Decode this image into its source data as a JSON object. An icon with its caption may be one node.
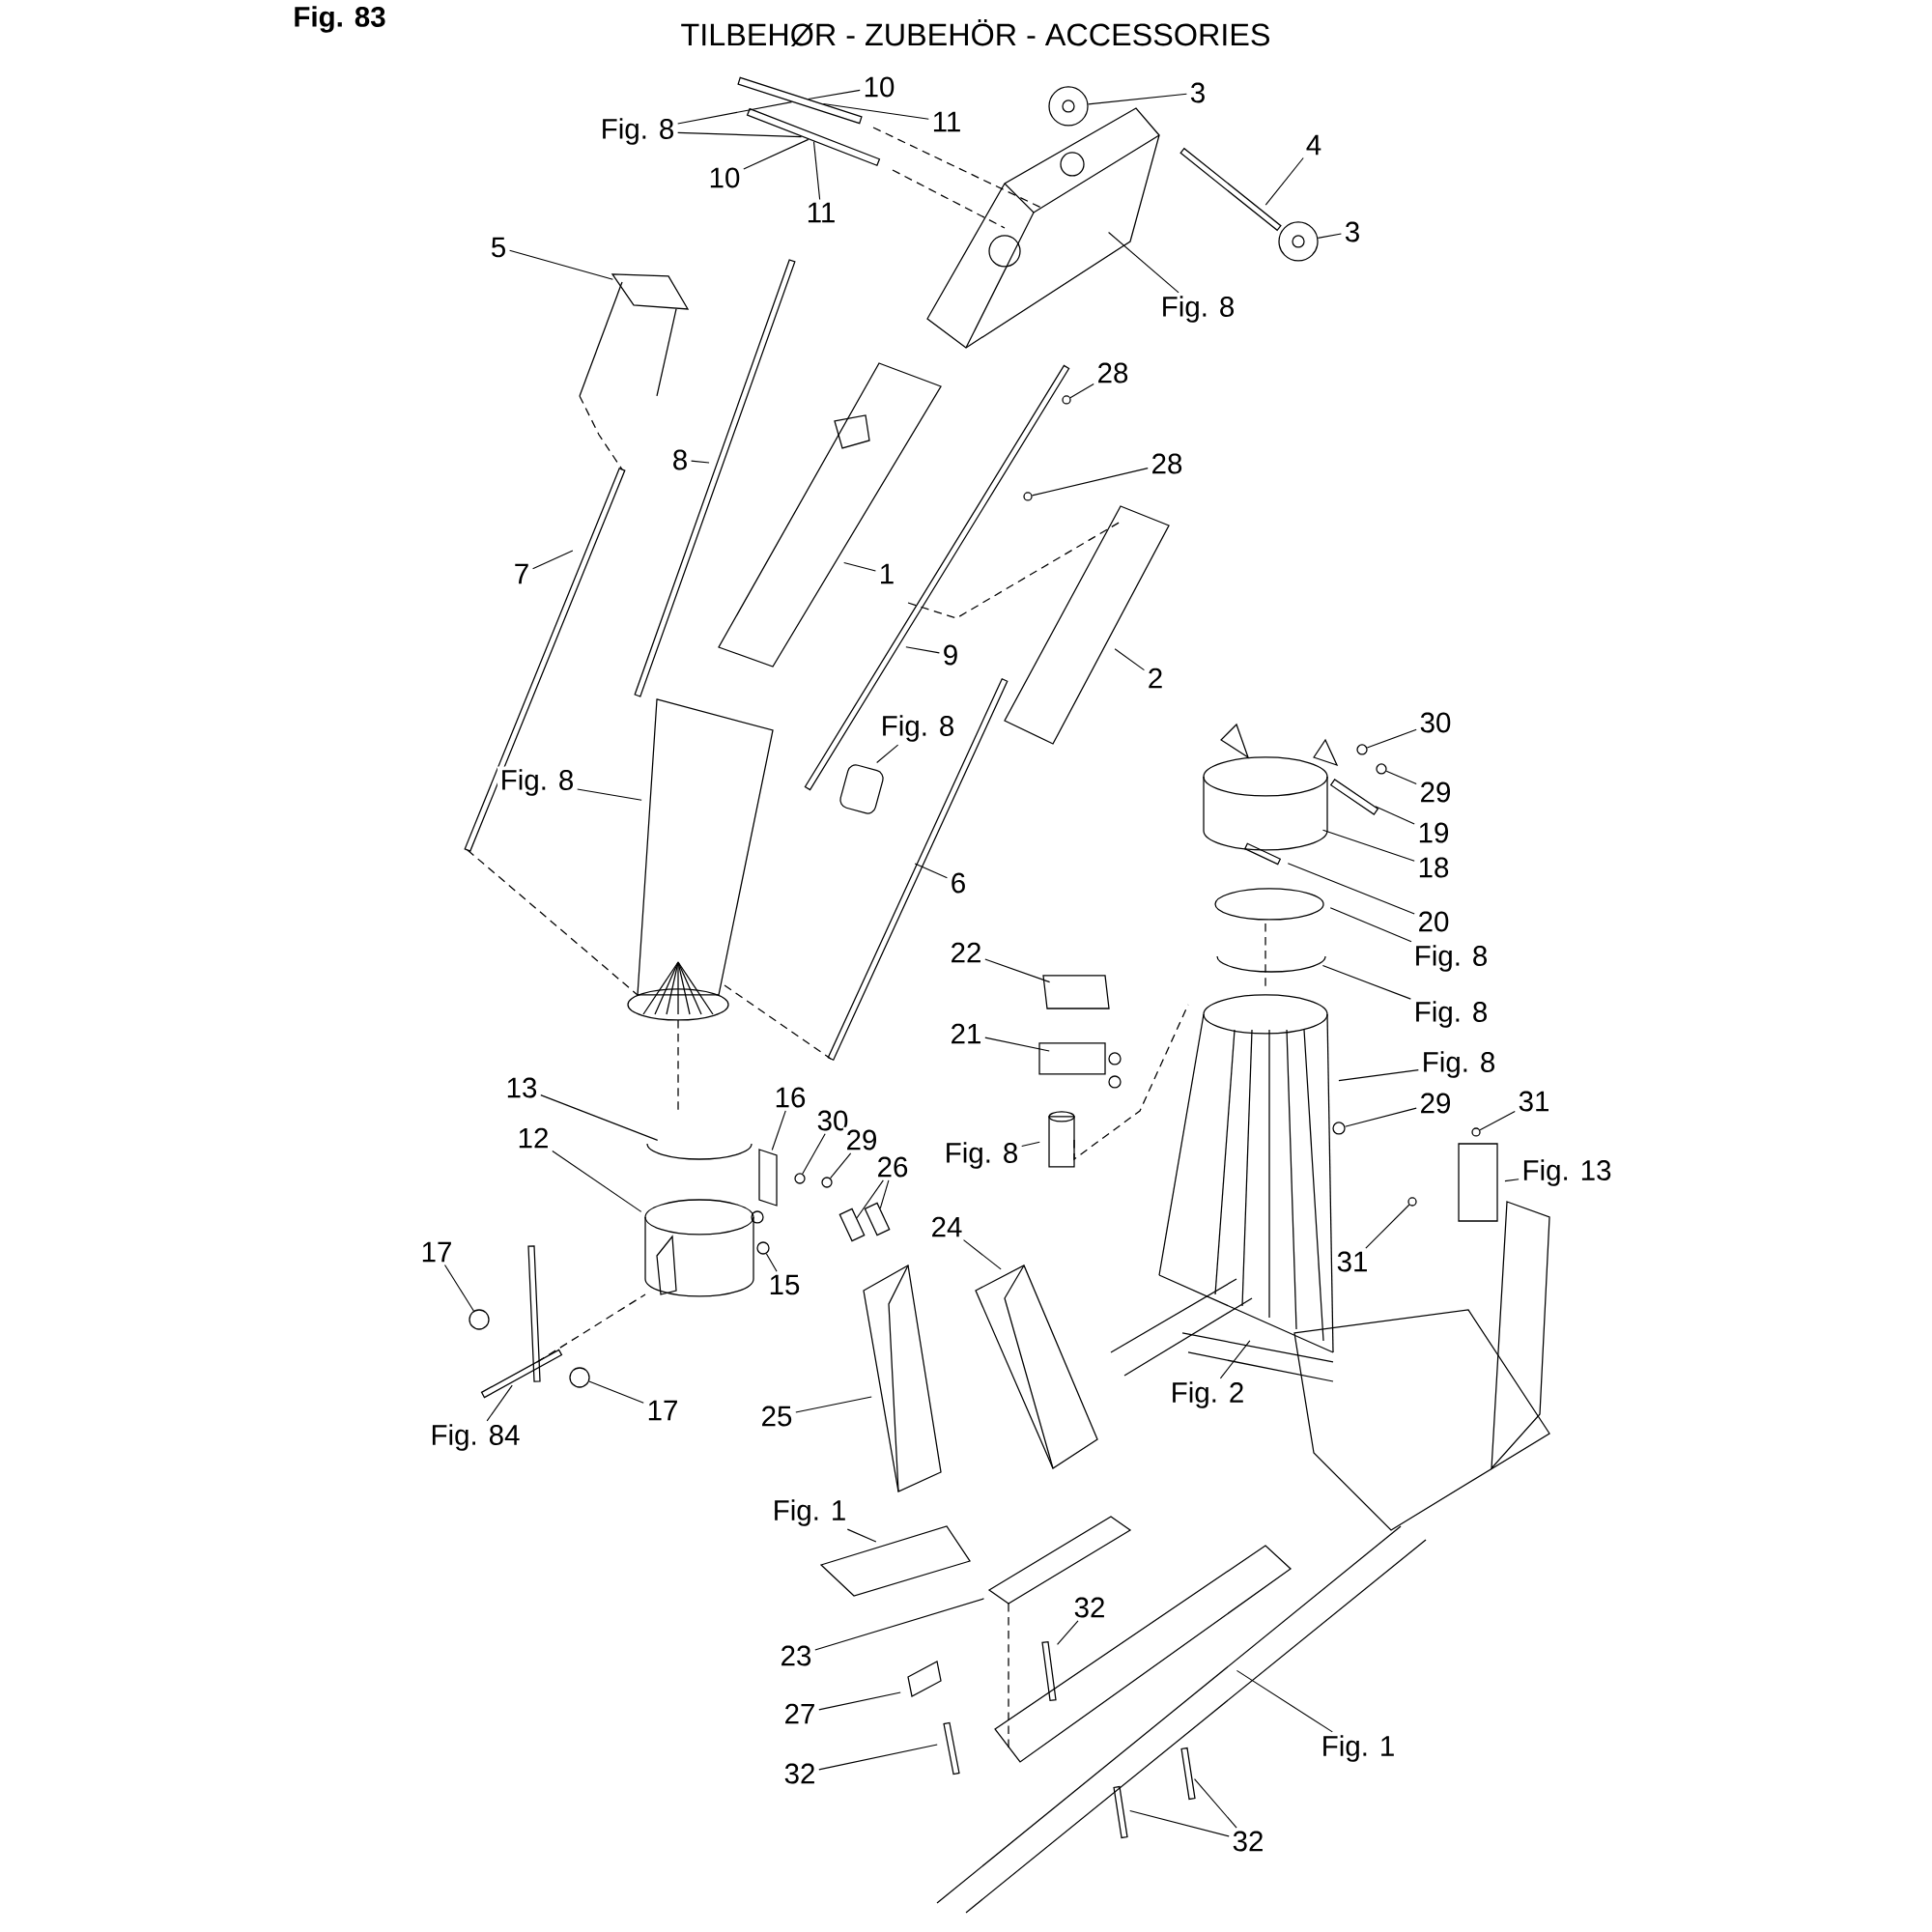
{
  "diagram": {
    "title": "TILBEHØR - ZUBEHÖR - ACCESSORIES",
    "labels": [
      "Fig. 83"
    ],
    "nodes": [
      {
        "text": [
          "Fig. 8"
        ]
      },
      {
        "text": [
          "10"
        ]
      },
      {
        "text": [
          "10"
        ]
      },
      {
        "text": [
          "11"
        ]
      },
      {
        "text": [
          "11"
        ]
      },
      {
        "text": [
          "3"
        ]
      },
      {
        "text": [
          "4"
        ]
      },
      {
        "text": [
          "3"
        ]
      },
      {
        "text": [
          "Fig. 8"
        ]
      },
      {
        "text": [
          "5"
        ]
      },
      {
        "text": [
          "28"
        ]
      },
      {
        "text": [
          "28"
        ]
      },
      {
        "text": [
          "8"
        ]
      },
      {
        "text": [
          "7"
        ]
      },
      {
        "text": [
          "1"
        ]
      },
      {
        "text": [
          "9"
        ]
      },
      {
        "text": [
          "2"
        ]
      },
      {
        "text": [
          "Fig. 8"
        ]
      },
      {
        "text": [
          "Fig. 8"
        ]
      },
      {
        "text": [
          "6"
        ]
      },
      {
        "text": [
          "30"
        ]
      },
      {
        "text": [
          "29"
        ]
      },
      {
        "text": [
          "19"
        ]
      },
      {
        "text": [
          "18"
        ]
      },
      {
        "text": [
          "20"
        ]
      },
      {
        "text": [
          "Fig. 8"
        ]
      },
      {
        "text": [
          "Fig. 8"
        ]
      },
      {
        "text": [
          "22"
        ]
      },
      {
        "text": [
          "21"
        ]
      },
      {
        "text": [
          "Fig. 8"
        ]
      },
      {
        "text": [
          "29"
        ]
      },
      {
        "text": [
          "Fig. 8"
        ]
      },
      {
        "text": [
          "31"
        ]
      },
      {
        "text": [
          "Fig. 13"
        ]
      },
      {
        "text": [
          "31"
        ]
      },
      {
        "text": [
          "13"
        ]
      },
      {
        "text": [
          "16"
        ]
      },
      {
        "text": [
          "30"
        ]
      },
      {
        "text": [
          "29"
        ]
      },
      {
        "text": [
          "26"
        ]
      },
      {
        "text": [
          "12"
        ]
      },
      {
        "text": [
          "15"
        ]
      },
      {
        "text": [
          "17"
        ]
      },
      {
        "text": [
          "17"
        ]
      },
      {
        "text": [
          "Fig. 84"
        ]
      },
      {
        "text": [
          "24"
        ]
      },
      {
        "text": [
          "25"
        ]
      },
      {
        "text": [
          "Fig. 2"
        ]
      },
      {
        "text": [
          "Fig. 1"
        ]
      },
      {
        "text": [
          "23"
        ]
      },
      {
        "text": [
          "32"
        ]
      },
      {
        "text": [
          "27"
        ]
      },
      {
        "text": [
          "32"
        ]
      },
      {
        "text": [
          "Fig. 1"
        ]
      },
      {
        "text": [
          "32"
        ]
      },
      {
        "text": [],
        "shape": "circle"
      },
      {
        "text": [],
        "shape": "circle"
      },
      {
        "text": [],
        "shape": "bar"
      },
      {
        "text": [],
        "shape": "bar"
      },
      {
        "text": [],
        "shape": "circle"
      },
      {
        "text": [],
        "shape": "circle"
      },
      {
        "text": [],
        "shape": "bar"
      },
      {
        "text": [],
        "shape": "circle"
      },
      {
        "text": [],
        "shape": "circle"
      },
      {
        "text": [],
        "shape": "circle"
      },
      {
        "text": [],
        "shape": "circle"
      },
      {
        "text": [],
        "shape": "circle"
      },
      {
        "text": [],
        "shape": "box"
      },
      {
        "text": [],
        "shape": "box"
      },
      {
        "text": [],
        "shape": "circle"
      },
      {
        "text": [],
        "shape": "circle"
      },
      {
        "text": [],
        "shape": "circle"
      },
      {
        "text": [],
        "shape": "circle"
      },
      {
        "text": [],
        "shape": "circle"
      }
    ],
    "edges": [
      {
        "from": 0,
        "to": 57,
        "arrow": "none"
      },
      {
        "from": 0,
        "to": 58,
        "arrow": "none"
      },
      {
        "from": 1,
        "to": 57,
        "arrow": "none"
      },
      {
        "from": 2,
        "to": 58,
        "arrow": "none"
      },
      {
        "from": 3,
        "to": 57,
        "arrow": "none"
      },
      {
        "from": 4,
        "to": 58,
        "arrow": "none"
      },
      {
        "from": 5,
        "to": 55,
        "arrow": "none"
      },
      {
        "from": 6,
        "to": null,
        "arrow": "none"
      },
      {
        "from": 7,
        "to": 56,
        "arrow": "none"
      },
      {
        "from": 8,
        "to": null,
        "arrow": "none"
      },
      {
        "from": 9,
        "to": null,
        "arrow": "none"
      },
      {
        "from": 10,
        "to": 71,
        "arrow": "none"
      },
      {
        "from": 11,
        "to": 72,
        "arrow": "none"
      },
      {
        "from": 12,
        "to": null,
        "arrow": "none"
      },
      {
        "from": 13,
        "to": null,
        "arrow": "none"
      },
      {
        "from": 14,
        "to": null,
        "arrow": "none"
      },
      {
        "from": 15,
        "to": null,
        "arrow": "none"
      },
      {
        "from": 16,
        "to": null,
        "arrow": "none"
      },
      {
        "from": 17,
        "to": null,
        "arrow": "none"
      },
      {
        "from": 18,
        "to": null,
        "arrow": "none"
      },
      {
        "from": 19,
        "to": null,
        "arrow": "none"
      },
      {
        "from": 20,
        "to": 59,
        "arrow": "none"
      },
      {
        "from": 21,
        "to": 60,
        "arrow": "none"
      },
      {
        "from": 22,
        "to": 61,
        "arrow": "none"
      },
      {
        "from": 23,
        "to": null,
        "arrow": "none"
      },
      {
        "from": 24,
        "to": null,
        "arrow": "none"
      },
      {
        "from": 25,
        "to": null,
        "arrow": "none"
      },
      {
        "from": 26,
        "to": null,
        "arrow": "none"
      },
      {
        "from": 27,
        "to": null,
        "arrow": "none"
      },
      {
        "from": 28,
        "to": null,
        "arrow": "none"
      },
      {
        "from": 29,
        "to": null,
        "arrow": "none"
      },
      {
        "from": 30,
        "to": 62,
        "arrow": "none"
      },
      {
        "from": 31,
        "to": null,
        "arrow": "none"
      },
      {
        "from": 32,
        "to": 63,
        "arrow": "none"
      },
      {
        "from": 33,
        "to": null,
        "arrow": "none"
      },
      {
        "from": 34,
        "to": 64,
        "arrow": "none"
      },
      {
        "from": 35,
        "to": null,
        "arrow": "none"
      },
      {
        "from": 36,
        "to": null,
        "arrow": "none"
      },
      {
        "from": 37,
        "to": 65,
        "arrow": "none"
      },
      {
        "from": 38,
        "to": 66,
        "arrow": "none"
      },
      {
        "from": 39,
        "to": 67,
        "arrow": "none"
      },
      {
        "from": 39,
        "to": 68,
        "arrow": "none"
      },
      {
        "from": 40,
        "to": null,
        "arrow": "none"
      },
      {
        "from": 41,
        "to": 73,
        "arrow": "none"
      },
      {
        "from": 42,
        "to": 69,
        "arrow": "none"
      },
      {
        "from": 43,
        "to": 70,
        "arrow": "none"
      },
      {
        "from": 44,
        "to": null,
        "arrow": "none"
      },
      {
        "from": 45,
        "to": null,
        "arrow": "none"
      },
      {
        "from": 46,
        "to": null,
        "arrow": "none"
      },
      {
        "from": 47,
        "to": null,
        "arrow": "none"
      },
      {
        "from": 48,
        "to": null,
        "arrow": "none"
      },
      {
        "from": 49,
        "to": null,
        "arrow": "none"
      },
      {
        "from": 50,
        "to": null,
        "arrow": "none"
      },
      {
        "from": 51,
        "to": null,
        "arrow": "none"
      },
      {
        "from": 52,
        "to": null,
        "arrow": "none"
      },
      {
        "from": 53,
        "to": null,
        "arrow": "none"
      },
      {
        "from": 54,
        "to": null,
        "arrow": "none"
      },
      {
        "from": 54,
        "to": null,
        "arrow": "none"
      }
    ]
  }
}
